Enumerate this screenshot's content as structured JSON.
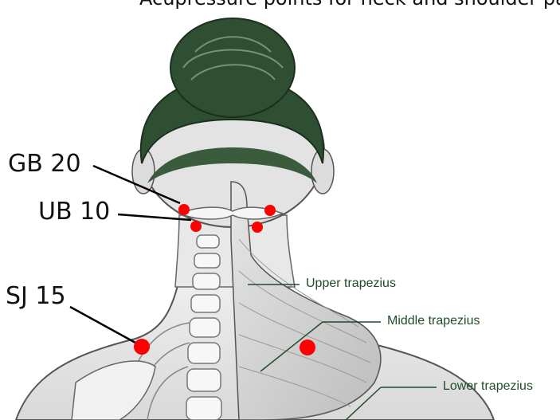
{
  "header": {
    "text": "Acupressure points for neck and shoulder pain"
  },
  "points": [
    {
      "id": "gb20",
      "label": "GB 20"
    },
    {
      "id": "ub10",
      "label": "UB 10"
    },
    {
      "id": "sj15",
      "label": "SJ 15"
    }
  ],
  "muscles": [
    {
      "id": "upper",
      "label": "Upper trapezius"
    },
    {
      "id": "middle",
      "label": "Middle trapezius"
    },
    {
      "id": "lower",
      "label": "Lower trapezius"
    }
  ],
  "colors": {
    "point_marker": "#ff0000",
    "hair": "#2f4f32",
    "muscle_label": "#1f4d2a",
    "leader_line": "#000000"
  }
}
